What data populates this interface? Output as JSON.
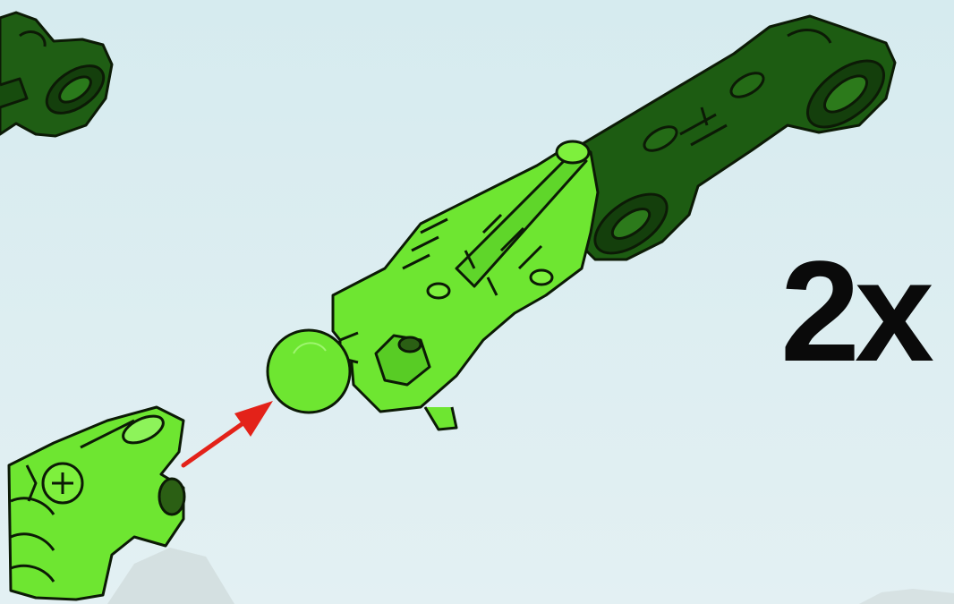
{
  "step": {
    "quantity_label": "2x"
  },
  "colors": {
    "background": "#dcedf1",
    "dark_green": "#1d5c12",
    "lime_green": "#6ee631",
    "arrow_red": "#e32219",
    "outline": "#0c1a06"
  },
  "parts": [
    {
      "name": "dark-green-beam-fragment",
      "color": "dark_green"
    },
    {
      "name": "dark-green-limb-beam",
      "color": "dark_green"
    },
    {
      "name": "lime-green-limb-piece",
      "color": "lime_green"
    },
    {
      "name": "lime-green-ball-joint",
      "color": "lime_green"
    },
    {
      "name": "lime-green-socket-connector",
      "color": "lime_green"
    }
  ],
  "assembly_arrow": {
    "color": "arrow_red",
    "direction": "socket-to-ball"
  }
}
